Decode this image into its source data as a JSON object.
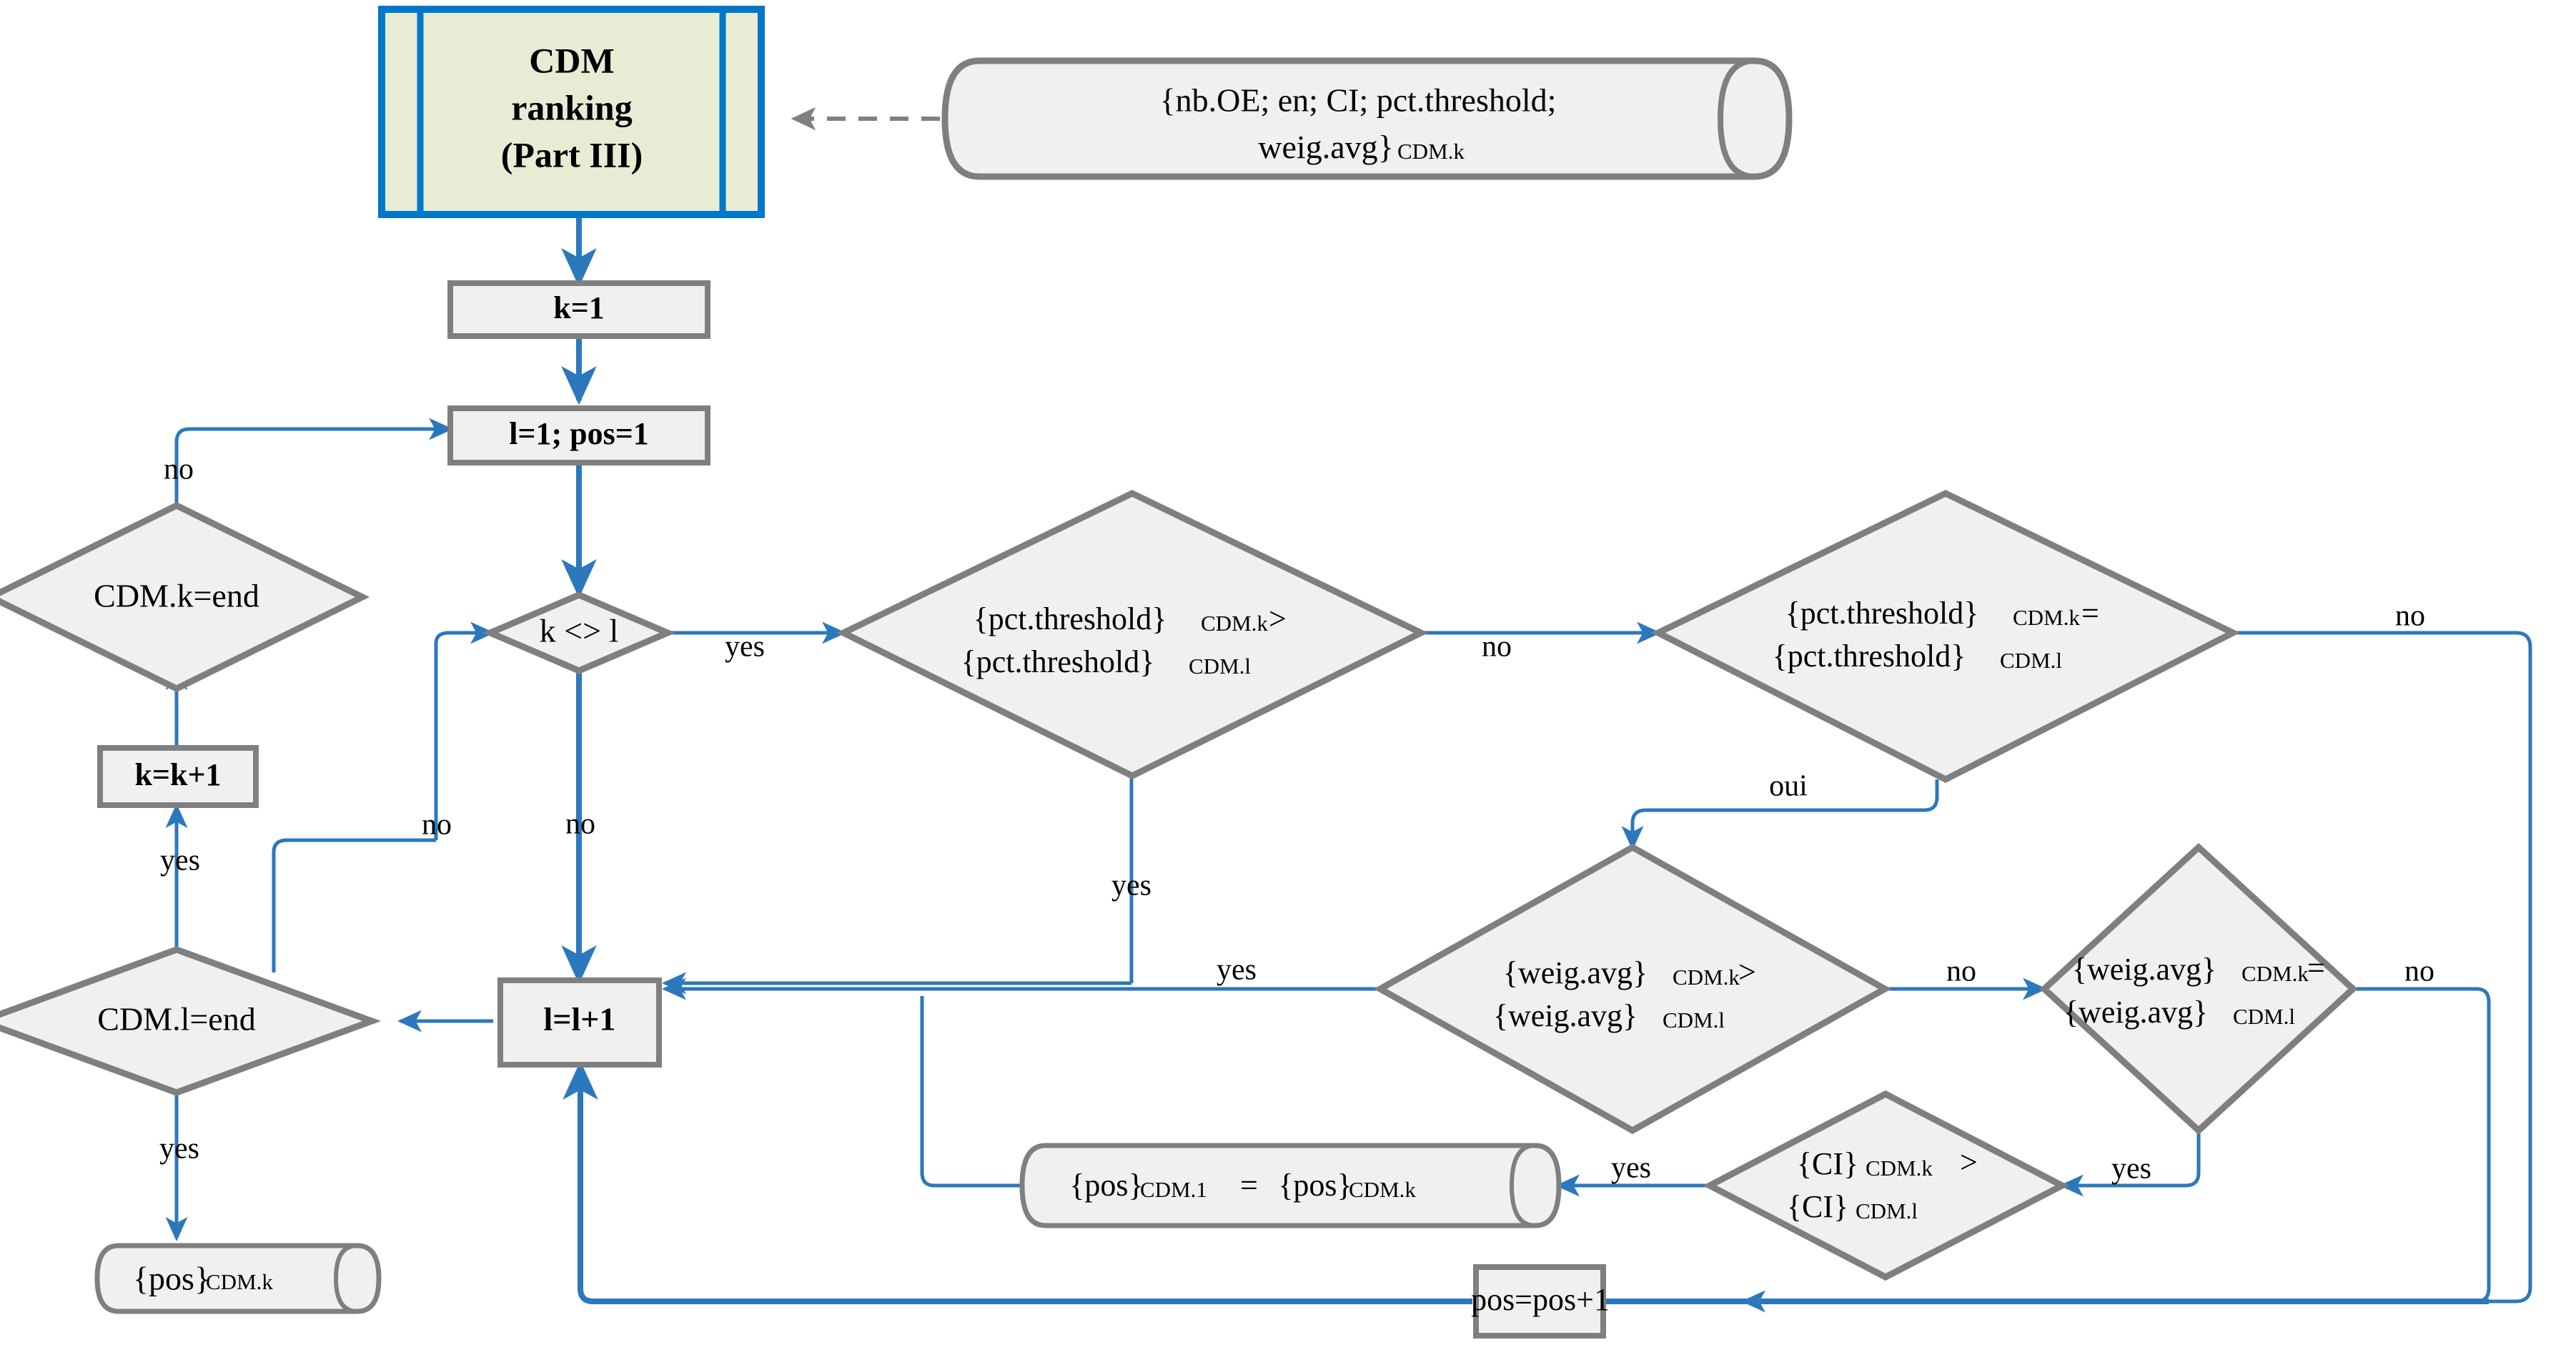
{
  "diagram": {
    "title": "CDM ranking flowchart (Part III)",
    "colors": {
      "edge": "#2c78bd",
      "shape_fill": "#f0f0f0",
      "shape_border": "#7f7f7f",
      "predefined_fill": "#e8ecd5",
      "predefined_border": "#0077c8",
      "dashed_edge": "#808080"
    }
  },
  "nodes": {
    "cdm_ranking": {
      "type": "predefined-process",
      "line1": "CDM",
      "line2": "ranking",
      "line3": "(Part III)"
    },
    "input_data": {
      "type": "database-cylinder",
      "line1": "{nb.OE; en; CI; pct.threshold;",
      "line2_main": "weig.avg}",
      "line2_sub": "CDM.k"
    },
    "k_init": {
      "type": "process",
      "label": "k=1"
    },
    "l_pos_init": {
      "type": "process",
      "label": "l=1; pos=1"
    },
    "k_ne_l": {
      "type": "decision",
      "label": "k <> l"
    },
    "cdm_k_end": {
      "type": "decision",
      "label": "CDM.k=end"
    },
    "k_incr": {
      "type": "process",
      "label": "k=k+1"
    },
    "cdm_l_end": {
      "type": "decision",
      "label": "CDM.l=end"
    },
    "l_incr": {
      "type": "process",
      "label": "l=l+1"
    },
    "output_pos": {
      "type": "database-cylinder",
      "main": "{pos}",
      "sub": "CDM.k"
    },
    "pct_gt": {
      "type": "decision",
      "l1_main": "{pct.threshold}",
      "l1_sub": "CDM.k",
      "l1_op": ">",
      "l2_main": "{pct.threshold}",
      "l2_sub": "CDM.l"
    },
    "pct_eq": {
      "type": "decision",
      "l1_main": "{pct.threshold}",
      "l1_sub": "CDM.k",
      "l1_op": "=",
      "l2_main": "{pct.threshold}",
      "l2_sub": "CDM.l"
    },
    "weig_gt": {
      "type": "decision",
      "l1_main": "{weig.avg}",
      "l1_sub": "CDM.k",
      "l1_op": ">",
      "l2_main": "{weig.avg}",
      "l2_sub": "CDM.l"
    },
    "weig_eq": {
      "type": "decision",
      "l1_main": "{weig.avg}",
      "l1_sub": "CDM.k",
      "l1_op": "=",
      "l2_main": "{weig.avg}",
      "l2_sub": "CDM.l"
    },
    "ci_gt": {
      "type": "decision",
      "l1_main": "{CI}",
      "l1_sub": "CDM.k",
      "l1_op": ">",
      "l2_main": "{CI}",
      "l2_sub": "CDM.l"
    },
    "pos_assign": {
      "type": "database-cylinder",
      "a_main": "{pos}",
      "a_sub": "CDM.1",
      "eq": "=",
      "b_main": "{pos}",
      "b_sub": "CDM.k"
    },
    "pos_incr": {
      "type": "process",
      "label": "pos=pos+1"
    }
  },
  "edge_labels": {
    "cdm_k_end_no": "no",
    "cdm_k_end_yes": "yes",
    "cdm_l_end_no": "no",
    "cdm_l_end_yes": "yes",
    "k_ne_l_yes": "yes",
    "k_ne_l_no": "no",
    "pct_gt_no": "no",
    "pct_gt_yes": "yes",
    "pct_eq_oui": "oui",
    "pct_eq_no": "no",
    "weig_gt_no": "no",
    "weig_gt_yes": "yes",
    "weig_eq_no": "no",
    "weig_eq_yes": "yes",
    "ci_gt_yes": "yes"
  }
}
